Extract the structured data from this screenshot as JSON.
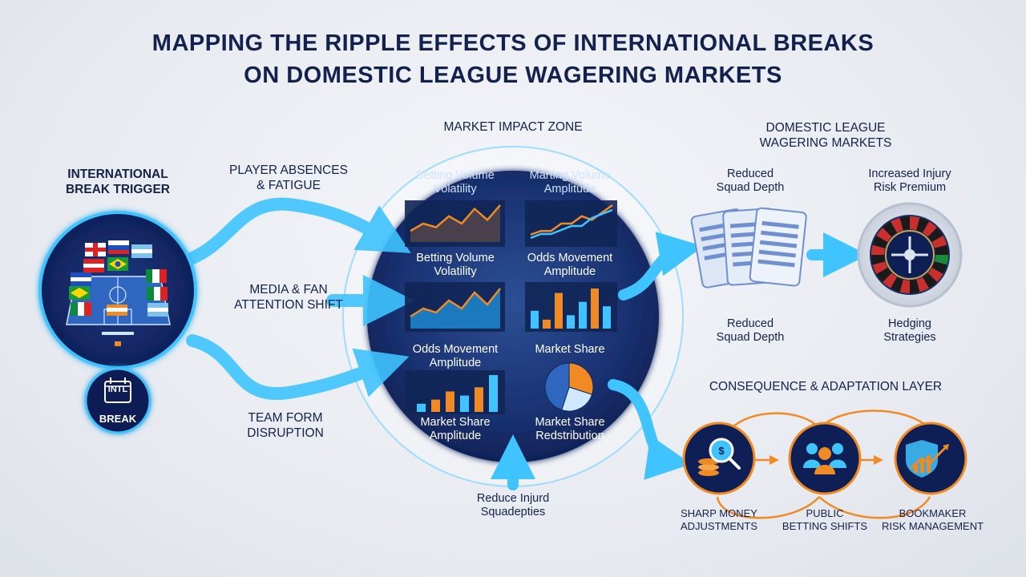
{
  "title": {
    "line1": "MAPPING THE RIPPLE EFFECTS OF INTERNATIONAL BREAKS",
    "line2": "ON DOMESTIC LEAGUE WAGERING MARKETS"
  },
  "trigger": {
    "line1": "INTERNATIONAL",
    "line2": "BREAK TRIGGER",
    "badge_line1": "INTL",
    "badge_line2": "BREAK"
  },
  "flows": {
    "absences": {
      "line1": "PLAYER ABSENCES",
      "line2": "& FATIGUE"
    },
    "media": {
      "line1": "MEDIA & FAN",
      "line2": "ATTENTION SHIFT"
    },
    "form": {
      "line1": "TEAM FORM",
      "line2": "DISRUPTION"
    }
  },
  "impact_zone": {
    "title": "MARKET IMPACT ZONE",
    "panels": [
      {
        "line1": "Betting Volume",
        "line2": "Volatility"
      },
      {
        "line1": "Marting Volume",
        "line2": "Amplitude"
      },
      {
        "line1": "Betting Volume",
        "line2": "Volatility"
      },
      {
        "line1": "Odds Movement",
        "line2": "Amplitude"
      },
      {
        "line1": "Odds Movement",
        "line2": "Amplitude"
      },
      {
        "line1": "Market Share",
        "line2": ""
      }
    ],
    "bottom_left": {
      "line1": "Market Share",
      "line2": "Amplitude"
    },
    "bottom_right": {
      "line1": "Market Share",
      "line2": "Redstribution"
    },
    "below": {
      "line1": "Reduce Injurd",
      "line2": "Squadepties"
    }
  },
  "domestic": {
    "title_line1": "DOMESTIC LEAGUE",
    "title_line2": "WAGERING MARKETS",
    "squad_top": {
      "line1": "Reduced",
      "line2": "Squad Depth"
    },
    "injury_top": {
      "line1": "Increased Injury",
      "line2": "Risk Premium"
    },
    "squad_bottom": {
      "line1": "Reduced",
      "line2": "Squad Depth"
    },
    "hedging": {
      "line1": "Hedging",
      "line2": "Strategies"
    }
  },
  "consequence": {
    "title": "CONSEQUENCE & ADAPTATION LAYER",
    "items": [
      {
        "line1": "SHARP MONEY",
        "line2": "ADJUSTMENTS",
        "icon": "magnifier-coins-icon"
      },
      {
        "line1": "PUBLIC",
        "line2": "BETTING SHIFTS",
        "icon": "people-group-icon"
      },
      {
        "line1": "BOOKMAKER",
        "line2": "RISK MANAGEMENT",
        "icon": "shield-chart-icon"
      }
    ]
  },
  "chart_panels": {
    "line_chart_values": [
      3,
      5,
      4,
      7,
      5,
      9,
      6,
      10
    ],
    "dual_line_values_a": [
      2,
      3,
      3,
      5,
      5,
      7,
      6,
      8,
      10
    ],
    "dual_line_values_b": [
      1,
      2,
      2,
      3,
      4,
      4,
      6,
      7,
      8
    ],
    "bar_chart_values": [
      4,
      2,
      8,
      3,
      6,
      9,
      5
    ],
    "small_bar_values": [
      2,
      3,
      5,
      4,
      6,
      9
    ],
    "pie_values": [
      30,
      25,
      45
    ]
  },
  "colors": {
    "navy": "#14224a",
    "cyan": "#3fc4ff",
    "orange": "#f08a24",
    "panel": "#1b2f66"
  }
}
